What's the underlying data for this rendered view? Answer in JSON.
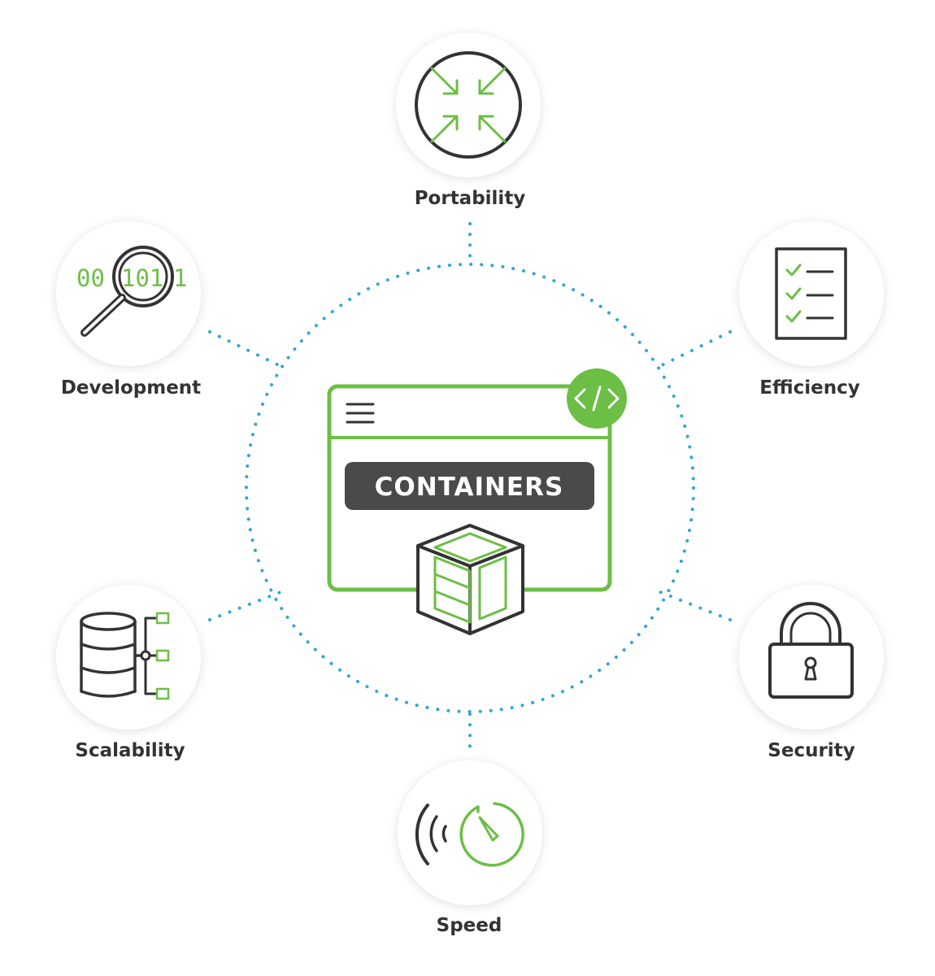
{
  "center": {
    "title": "CONTAINERS"
  },
  "nodes": {
    "portability": {
      "label": "Portability",
      "icon": "compress-arrows-icon"
    },
    "development": {
      "label": "Development",
      "icon": "magnifier-binary-icon",
      "binary_left": "00",
      "binary_middle": "101",
      "binary_right": "1"
    },
    "efficiency": {
      "label": "Efficiency",
      "icon": "checklist-icon"
    },
    "scalability": {
      "label": "Scalability",
      "icon": "database-tree-icon"
    },
    "security": {
      "label": "Security",
      "icon": "padlock-icon"
    },
    "speed": {
      "label": "Speed",
      "icon": "speedometer-icon"
    }
  },
  "colors": {
    "accent_green": "#6cbe45",
    "dark_gray": "#333333",
    "dotted_blue": "#2fa6d9",
    "node_background": "#ffffff",
    "title_bar": "#4a4a4c"
  }
}
